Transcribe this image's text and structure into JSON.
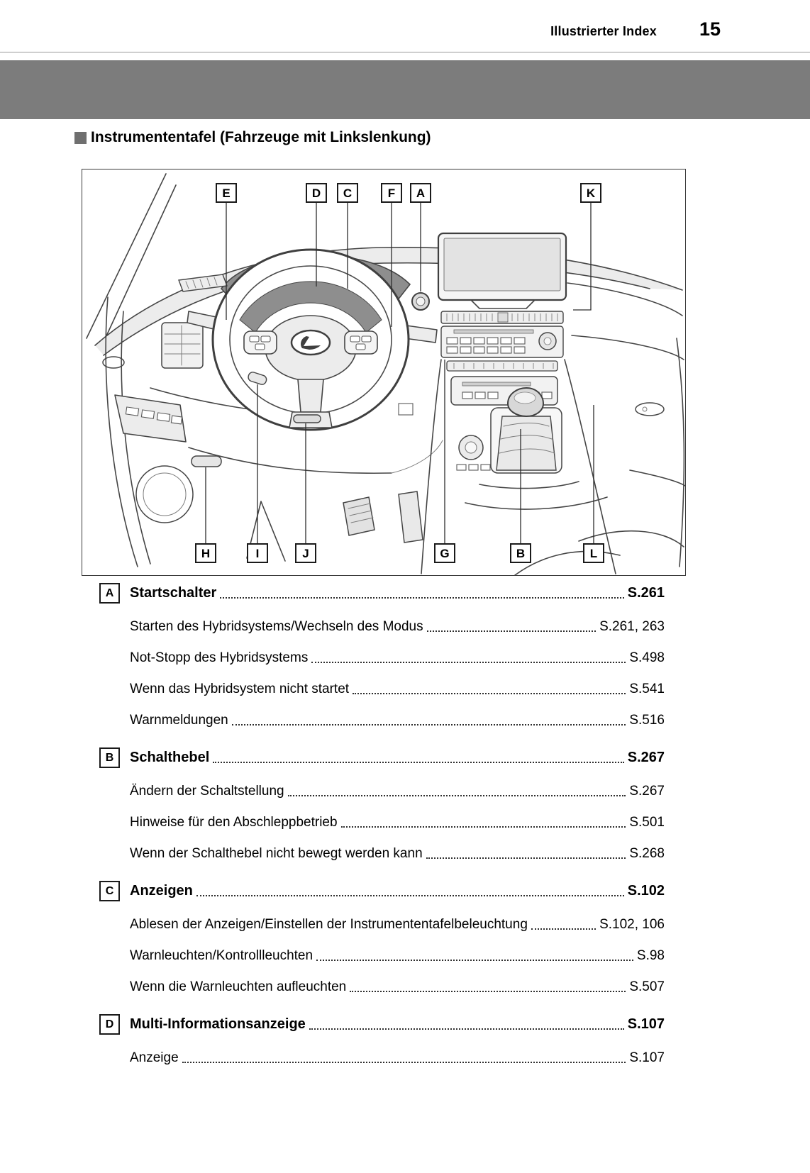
{
  "header": {
    "section_title": "Illustrierter Index",
    "page_number": "15"
  },
  "section": {
    "title": "Instrumententafel (Fahrzeuge mit Linkslenkung)"
  },
  "illustration": {
    "description": "dashboard-line-drawing-left-hand-drive",
    "top_labels": [
      "E",
      "D",
      "C",
      "F",
      "A",
      "K"
    ],
    "bottom_labels": [
      "H",
      "I",
      "J",
      "G",
      "B",
      "L"
    ]
  },
  "index": [
    {
      "letter": "A",
      "title": "Startschalter",
      "page": "S.261",
      "items": [
        {
          "text": "Starten des Hybridsystems/Wechseln des Modus",
          "page": "S.261, 263"
        },
        {
          "text": "Not-Stopp des Hybridsystems",
          "page": "S.498"
        },
        {
          "text": "Wenn das Hybridsystem nicht startet",
          "page": "S.541"
        },
        {
          "text": "Warnmeldungen",
          "page": "S.516"
        }
      ]
    },
    {
      "letter": "B",
      "title": "Schalthebel",
      "page": "S.267",
      "items": [
        {
          "text": "Ändern der Schaltstellung",
          "page": "S.267"
        },
        {
          "text": "Hinweise für den Abschleppbetrieb",
          "page": "S.501"
        },
        {
          "text": "Wenn der Schalthebel nicht bewegt werden kann",
          "page": "S.268"
        }
      ]
    },
    {
      "letter": "C",
      "title": "Anzeigen",
      "page": "S.102",
      "items": [
        {
          "text": "Ablesen der Anzeigen/Einstellen der Instrumententafelbeleuchtung",
          "page": "S.102, 106"
        },
        {
          "text": "Warnleuchten/Kontrollleuchten",
          "page": "S.98"
        },
        {
          "text": "Wenn die Warnleuchten aufleuchten",
          "page": "S.507"
        }
      ]
    },
    {
      "letter": "D",
      "title": "Multi-Informationsanzeige",
      "page": "S.107",
      "items": [
        {
          "text": "Anzeige",
          "page": "S.107"
        }
      ]
    }
  ]
}
